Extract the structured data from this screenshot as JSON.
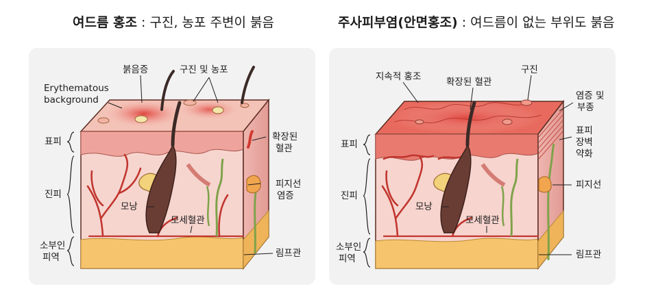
{
  "left": {
    "title_bold": "여드름 홍조",
    "title_rest": " : 구진, 농포 주변이 붉음",
    "labels": {
      "redness": "붉음증",
      "papule_pustule": "구진 및 농포",
      "erythematous_1": "Erythematous",
      "erythematous_2": "background",
      "epidermis": "표피",
      "dermis": "진피",
      "subcutis_1": "소부인",
      "subcutis_2": "피역",
      "dilated_vessel_1": "확장된",
      "dilated_vessel_2": "혈관",
      "sebaceous_1": "피지선",
      "sebaceous_2": "염증",
      "follicle": "모낭",
      "capillary": "모세혈관",
      "lymph": "림프관"
    }
  },
  "right": {
    "title_bold": "주사피부염(안면홍조)",
    "title_rest": " : 여드름이 없는 부위도 붉음",
    "labels": {
      "persistent_redness": "지속적 홍조",
      "dilated_vessel": "확장된 혈관",
      "papule": "구진",
      "inflammation_1": "염증 및",
      "inflammation_2": "부종",
      "barrier_1": "표피",
      "barrier_2": "장벽",
      "barrier_3": "약화",
      "epidermis": "표피",
      "dermis": "진피",
      "sebaceous": "피지선",
      "subcutis_1": "소부인",
      "subcutis_2": "피역",
      "follicle": "모낭",
      "capillary": "모세혈관",
      "lymph": "림프관"
    }
  }
}
